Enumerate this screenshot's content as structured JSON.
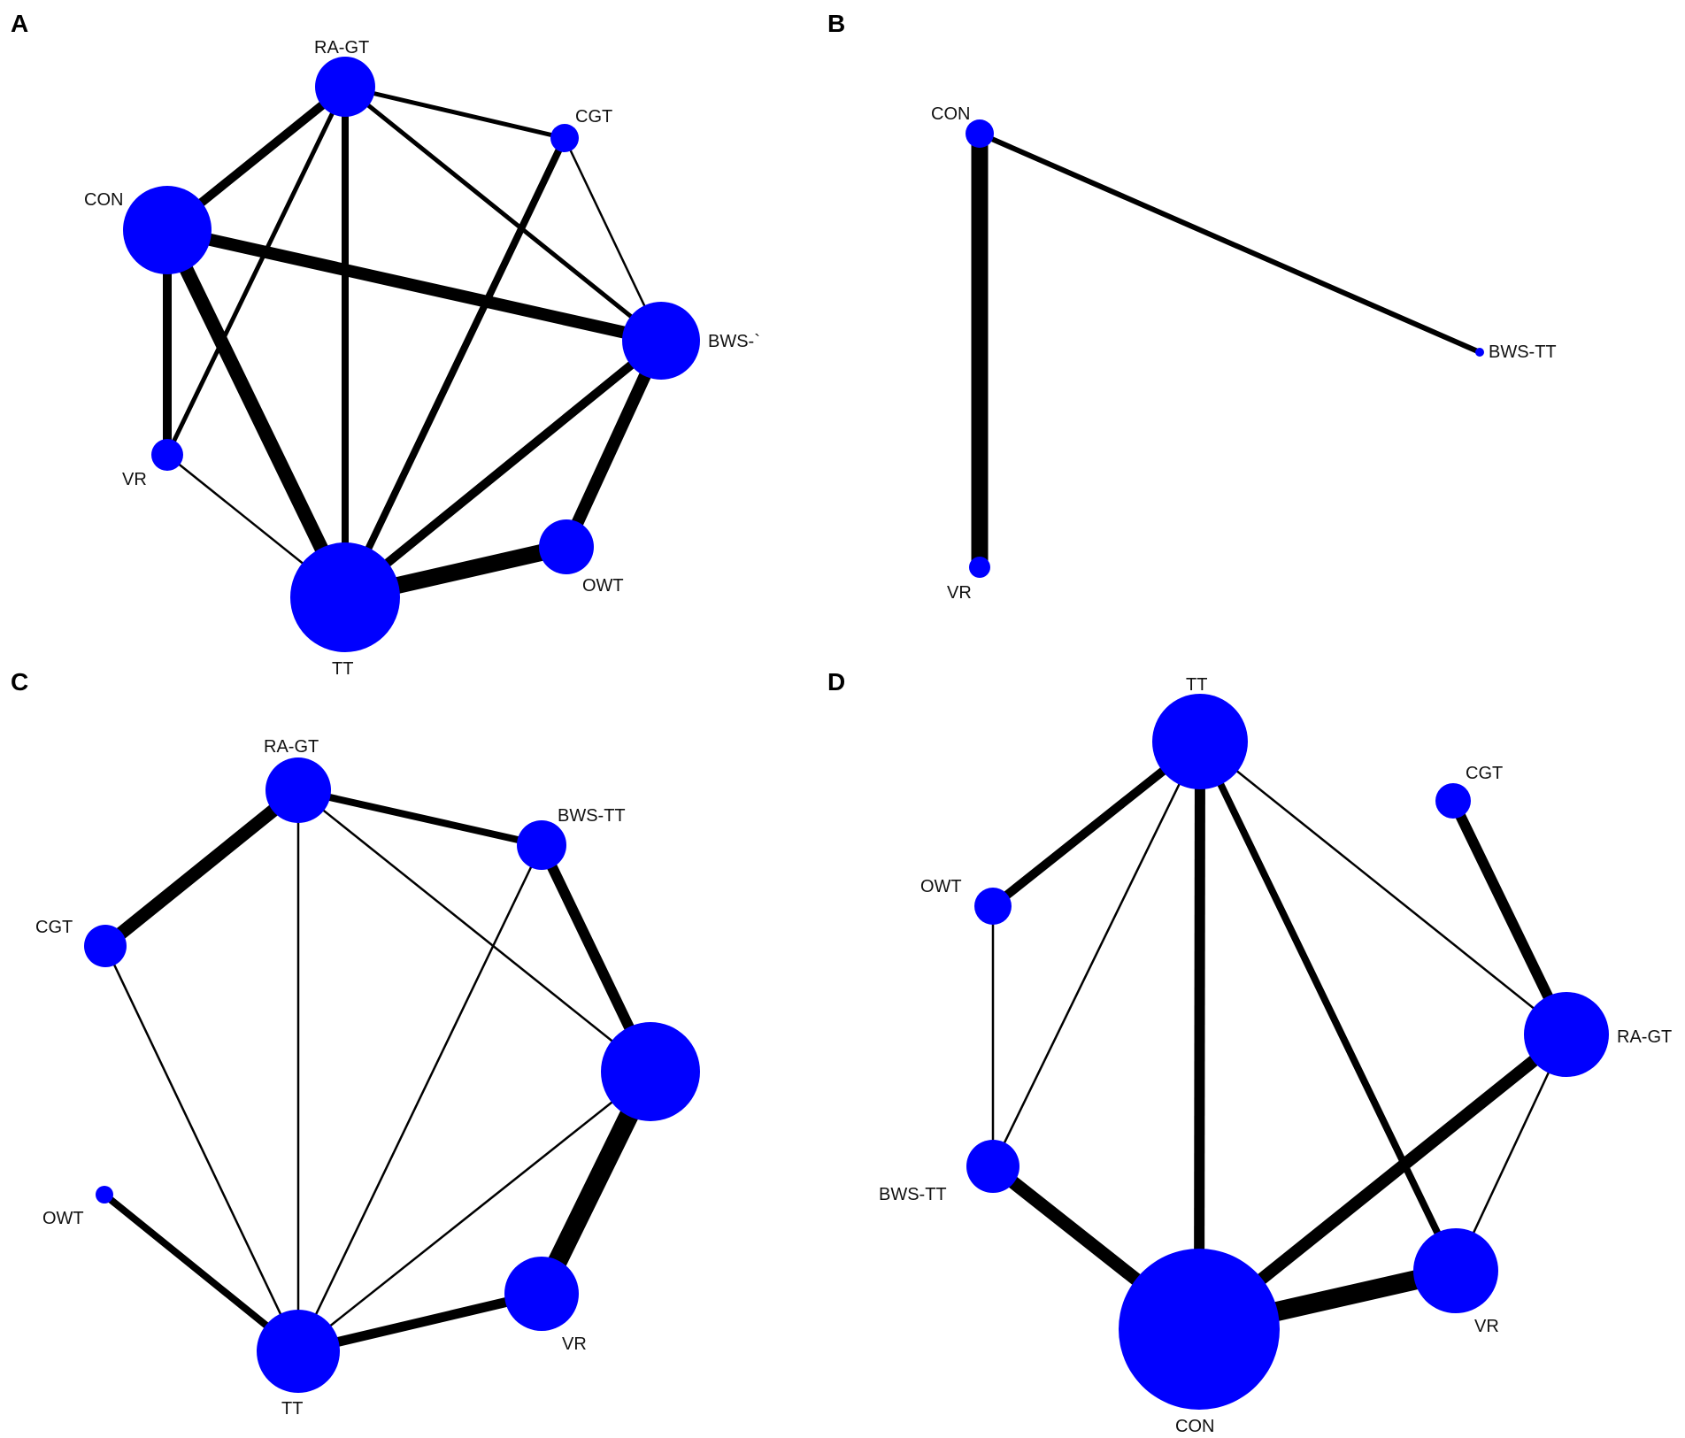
{
  "node_color": "#0000ff",
  "edge_color": "#000000",
  "panels": [
    {
      "id": "A",
      "label": "A",
      "nodes": [
        {
          "id": "RA-GT",
          "label": "RA-GT"
        },
        {
          "id": "CGT",
          "label": "CGT"
        },
        {
          "id": "CON",
          "label": "CON"
        },
        {
          "id": "BWS",
          "label": "BWS-`"
        },
        {
          "id": "VR",
          "label": "VR"
        },
        {
          "id": "OWT",
          "label": "OWT"
        },
        {
          "id": "TT",
          "label": "TT"
        }
      ],
      "edges": [
        {
          "from": "RA-GT",
          "to": "CGT"
        },
        {
          "from": "RA-GT",
          "to": "CON"
        },
        {
          "from": "RA-GT",
          "to": "VR"
        },
        {
          "from": "RA-GT",
          "to": "TT"
        },
        {
          "from": "RA-GT",
          "to": "BWS"
        },
        {
          "from": "CGT",
          "to": "BWS"
        },
        {
          "from": "CGT",
          "to": "TT"
        },
        {
          "from": "CON",
          "to": "BWS"
        },
        {
          "from": "CON",
          "to": "VR"
        },
        {
          "from": "CON",
          "to": "TT"
        },
        {
          "from": "VR",
          "to": "TT"
        },
        {
          "from": "BWS",
          "to": "TT"
        },
        {
          "from": "BWS",
          "to": "OWT"
        },
        {
          "from": "TT",
          "to": "OWT"
        }
      ]
    },
    {
      "id": "B",
      "label": "B",
      "nodes": [
        {
          "id": "CON",
          "label": "CON"
        },
        {
          "id": "VR",
          "label": "VR"
        },
        {
          "id": "BWS-TT",
          "label": "BWS-TT"
        }
      ],
      "edges": [
        {
          "from": "CON",
          "to": "VR"
        },
        {
          "from": "CON",
          "to": "BWS-TT"
        }
      ]
    },
    {
      "id": "C",
      "label": "C",
      "nodes": [
        {
          "id": "RA-GT",
          "label": "RA-GT"
        },
        {
          "id": "BWS-TT",
          "label": "BWS-TT"
        },
        {
          "id": "CGT",
          "label": "CGT"
        },
        {
          "id": "CON",
          "label": ""
        },
        {
          "id": "OWT",
          "label": "OWT"
        },
        {
          "id": "VR",
          "label": "VR"
        },
        {
          "id": "TT",
          "label": "TT"
        }
      ],
      "edges": [
        {
          "from": "RA-GT",
          "to": "BWS-TT"
        },
        {
          "from": "RA-GT",
          "to": "CGT"
        },
        {
          "from": "RA-GT",
          "to": "TT"
        },
        {
          "from": "RA-GT",
          "to": "CON"
        },
        {
          "from": "BWS-TT",
          "to": "CON"
        },
        {
          "from": "BWS-TT",
          "to": "TT"
        },
        {
          "from": "CGT",
          "to": "TT"
        },
        {
          "from": "CON",
          "to": "TT"
        },
        {
          "from": "CON",
          "to": "VR"
        },
        {
          "from": "OWT",
          "to": "TT"
        },
        {
          "from": "TT",
          "to": "VR"
        }
      ]
    },
    {
      "id": "D",
      "label": "D",
      "nodes": [
        {
          "id": "TT",
          "label": "TT"
        },
        {
          "id": "CGT",
          "label": "CGT"
        },
        {
          "id": "OWT",
          "label": "OWT"
        },
        {
          "id": "RA-GT",
          "label": "RA-GT"
        },
        {
          "id": "BWS-TT",
          "label": "BWS-TT"
        },
        {
          "id": "VR",
          "label": "VR"
        },
        {
          "id": "CON",
          "label": "CON"
        }
      ],
      "edges": [
        {
          "from": "TT",
          "to": "OWT"
        },
        {
          "from": "TT",
          "to": "BWS-TT"
        },
        {
          "from": "TT",
          "to": "CON"
        },
        {
          "from": "TT",
          "to": "VR"
        },
        {
          "from": "TT",
          "to": "RA-GT"
        },
        {
          "from": "CGT",
          "to": "RA-GT"
        },
        {
          "from": "OWT",
          "to": "BWS-TT"
        },
        {
          "from": "RA-GT",
          "to": "CON"
        },
        {
          "from": "RA-GT",
          "to": "VR"
        },
        {
          "from": "BWS-TT",
          "to": "CON"
        },
        {
          "from": "CON",
          "to": "VR"
        }
      ]
    }
  ]
}
